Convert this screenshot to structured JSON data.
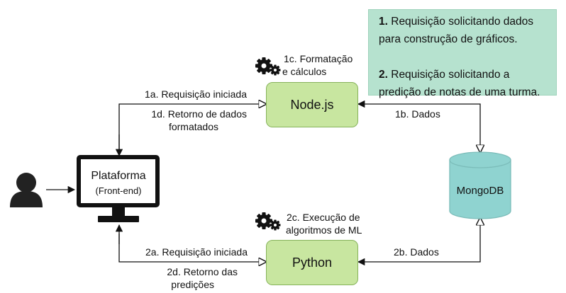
{
  "nodes": {
    "nodejs": "Node.js",
    "python": "Python",
    "mongodb": "MongoDB",
    "platform_title": "Plataforma",
    "platform_sub": "(Front-end)"
  },
  "labels": {
    "l1a": "1a. Requisição iniciada",
    "l1d_1": "1d. Retorno de dados",
    "l1d_2": "formatados",
    "l1b": "1b. Dados",
    "l1c_1": "1c. Formatação",
    "l1c_2": "e cálculos",
    "l2a": "2a. Requisição iniciada",
    "l2d_1": "2d. Retorno das",
    "l2d_2": "predições",
    "l2b": "2b. Dados",
    "l2c_1": "2c. Execução de",
    "l2c_2": "algoritmos de ML"
  },
  "note": {
    "item1_num": "1.",
    "item1_text_a": " Requisição solicitando dados",
    "item1_text_b": "para construção de gráficos.",
    "item2_num": "2.",
    "item2_text_a": " Requisição solicitando a",
    "item2_text_b": "predição de notas de uma turma."
  },
  "colors": {
    "node_fill": "#c8e6a0",
    "db_fill": "#8fd3d0",
    "note_fill": "#b6e2cf",
    "icon": "#111111"
  },
  "icons": [
    "user-icon",
    "monitor-icon",
    "gears-icon",
    "database-icon"
  ]
}
